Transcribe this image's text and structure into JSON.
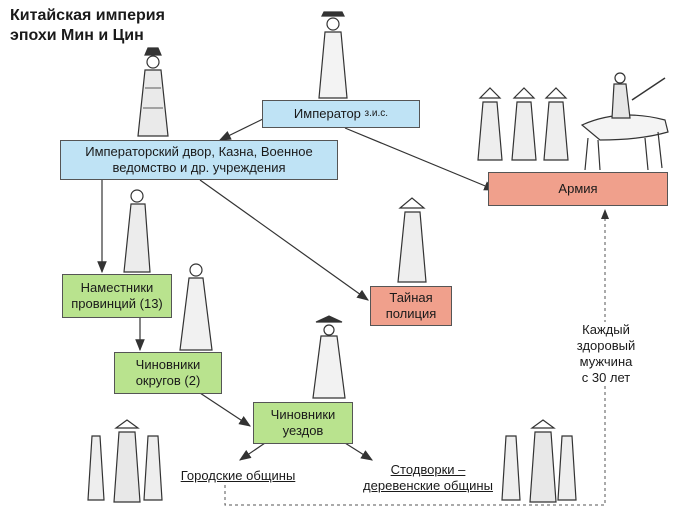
{
  "title": [
    "Китайская империя",
    "эпохи Мин и Цин"
  ],
  "nodes": {
    "emperor": {
      "text": "Император",
      "sup": "з.и.с."
    },
    "court": {
      "line1": "Императорский двор, Казна, Военное",
      "line2": "ведомство и др. учреждения"
    },
    "army": {
      "text": "Армия"
    },
    "governors": {
      "line1": "Наместники",
      "line2": "провинций (13)"
    },
    "secret_police": {
      "line1": "Тайная",
      "line2": "полиция"
    },
    "district_officials": {
      "line1": "Чиновники",
      "line2": "округов (2)"
    },
    "county_officials": {
      "line1": "Чиновники",
      "line2": "уездов"
    },
    "city_communities": {
      "text": "Городские общины"
    },
    "village_communities": {
      "line1": "Стодворки –",
      "line2": "деревенские общины"
    }
  },
  "conscription_note": [
    "Каждый",
    "здоровый",
    "мужчина",
    "с 30 лет"
  ],
  "colors": {
    "blue": "#bfe3f5",
    "green": "#b9e38e",
    "red": "#f0a08c",
    "line": "#333333"
  }
}
